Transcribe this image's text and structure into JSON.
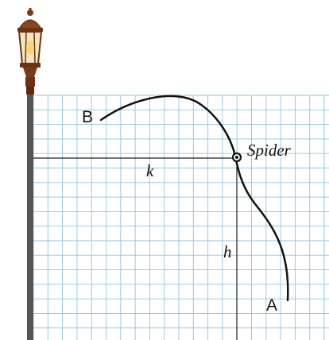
{
  "labels": {
    "point_b": "B",
    "point_a": "A",
    "spider": "Spider",
    "horizontal_distance": "k",
    "vertical_distance": "h"
  },
  "colors": {
    "grid_line": "#8fc6da",
    "pole": "#555555",
    "curve": "#111111",
    "lamp_glass": "#f2e6bf",
    "lamp_metal": "#7a3b18",
    "lamp_glow": "#ffd27a"
  },
  "icons": {
    "lamp": "street-lamp-icon",
    "spider_marker": "spider-point-marker"
  }
}
